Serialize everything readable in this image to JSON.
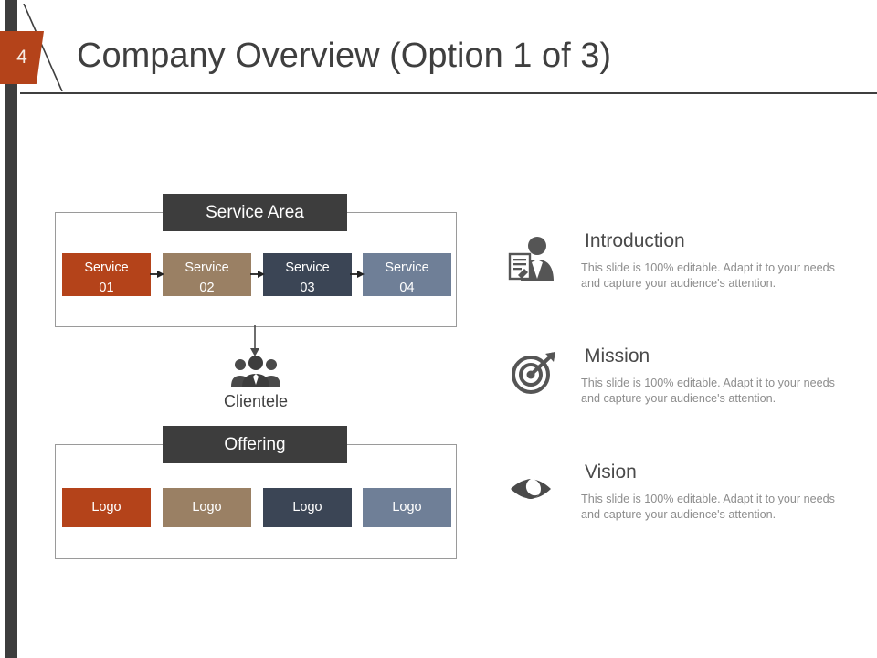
{
  "slide": {
    "number": "4",
    "title": "Company Overview (Option 1 of 3)"
  },
  "colors": {
    "accent_orange": "#b4431a",
    "tan": "#9a8064",
    "navy": "#3b4555",
    "slate": "#6f7f97",
    "dark_header": "#3d3d3d",
    "frame_border": "#9a9a9a",
    "body_text": "#8d8d8d",
    "title_text": "#3f3f3f"
  },
  "diagram": {
    "service_area": {
      "title": "Service Area",
      "boxes": [
        {
          "line1": "Service",
          "line2": "01",
          "color": "#b4431a"
        },
        {
          "line1": "Service",
          "line2": "02",
          "color": "#9a8064"
        },
        {
          "line1": "Service",
          "line2": "03",
          "color": "#3b4555"
        },
        {
          "line1": "Service",
          "line2": "04",
          "color": "#6f7f97"
        }
      ]
    },
    "clientele": {
      "label": "Clientele",
      "icon": "people-group-icon"
    },
    "offering": {
      "title": "Offering",
      "boxes": [
        {
          "label": "Logo",
          "color": "#b4431a"
        },
        {
          "label": "Logo",
          "color": "#9a8064"
        },
        {
          "label": "Logo",
          "color": "#3b4555"
        },
        {
          "label": "Logo",
          "color": "#6f7f97"
        }
      ]
    }
  },
  "info_panel": {
    "items": [
      {
        "heading": "Introduction",
        "body": "This slide is 100% editable. Adapt it to your needs and capture your audience's attention.",
        "icon": "businessman-document-icon"
      },
      {
        "heading": "Mission",
        "body": "This slide is 100% editable. Adapt it to your needs and capture your audience's attention.",
        "icon": "target-arrow-icon"
      },
      {
        "heading": "Vision",
        "body": "This slide is 100% editable. Adapt it to your needs and capture your audience's attention.",
        "icon": "eye-icon"
      }
    ]
  }
}
